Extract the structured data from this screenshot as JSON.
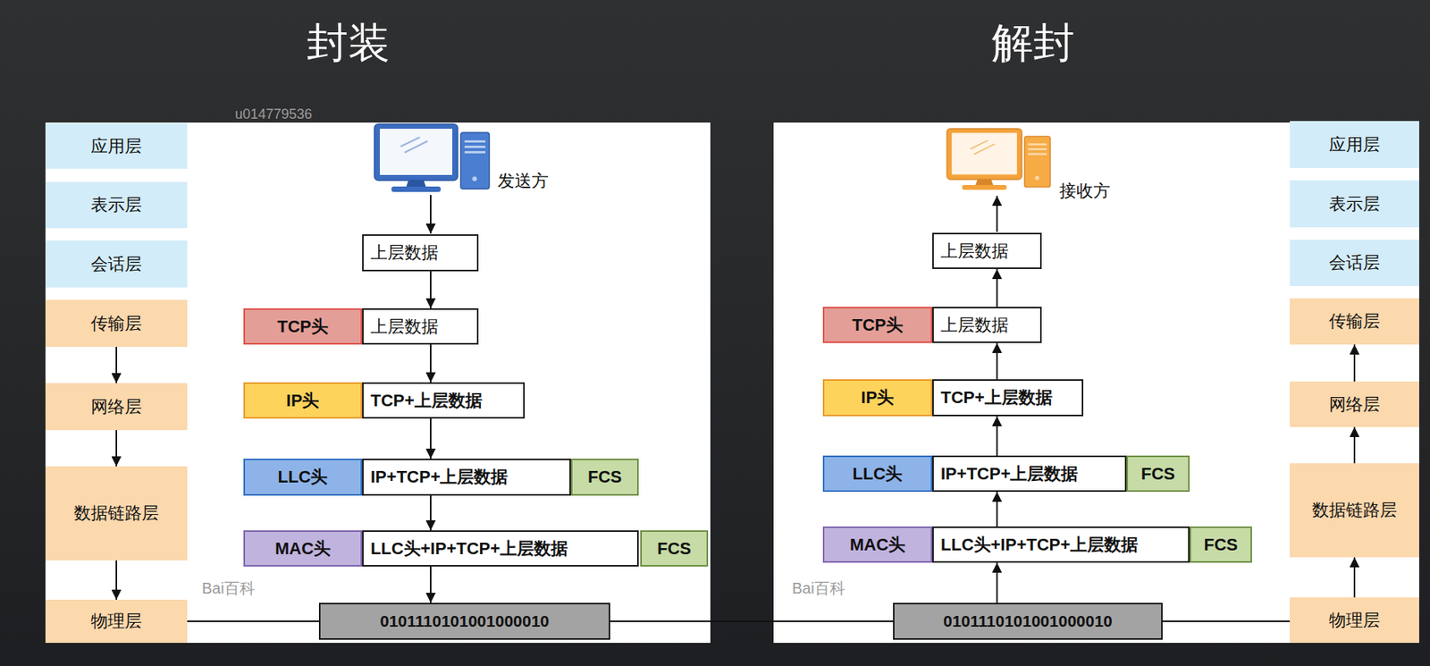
{
  "diagram": {
    "nodes": [
      {
        "text": [
          "应用层"
        ]
      },
      {
        "text": [
          "表示层"
        ]
      },
      {
        "text": [
          "会话层"
        ]
      },
      {
        "text": [
          "传输层"
        ]
      },
      {
        "text": [
          "网络层"
        ]
      },
      {
        "text": [
          "数据链路层"
        ]
      },
      {
        "text": [
          "物理层"
        ]
      },
      {
        "text": [
          "上层数据"
        ]
      },
      {
        "text": [
          "TCP头"
        ]
      },
      {
        "text": [
          "上层数据"
        ]
      },
      {
        "text": [
          "IP头"
        ]
      },
      {
        "text": [
          "TCP+上层数据"
        ]
      },
      {
        "text": [
          "LLC头"
        ]
      },
      {
        "text": [
          "IP+TCP+上层数据"
        ]
      },
      {
        "text": [
          "FCS"
        ]
      },
      {
        "text": [
          "MAC头"
        ]
      },
      {
        "text": [
          "LLC头+IP+TCP+上层数据"
        ]
      },
      {
        "text": [
          "FCS"
        ]
      },
      {
        "text": [
          "0101110101001000010"
        ]
      },
      {
        "text": [
          "上层数据"
        ]
      },
      {
        "text": [
          "TCP头"
        ]
      },
      {
        "text": [
          "上层数据"
        ]
      },
      {
        "text": [
          "IP头"
        ]
      },
      {
        "text": [
          "TCP+上层数据"
        ]
      },
      {
        "text": [
          "LLC头"
        ]
      },
      {
        "text": [
          "IP+TCP+上层数据"
        ]
      },
      {
        "text": [
          "FCS"
        ]
      },
      {
        "text": [
          "MAC头"
        ]
      },
      {
        "text": [
          "LLC头+IP+TCP+上层数据"
        ]
      },
      {
        "text": [
          "FCS"
        ]
      },
      {
        "text": [
          "0101110101001000010"
        ]
      },
      {
        "text": [
          "应用层"
        ]
      },
      {
        "text": [
          "表示层"
        ]
      },
      {
        "text": [
          "会话层"
        ]
      },
      {
        "text": [
          "传输层"
        ]
      },
      {
        "text": [
          "网络层"
        ]
      },
      {
        "text": [
          "数据链路层"
        ]
      },
      {
        "text": [
          "物理层"
        ]
      }
    ],
    "edges": [
      {
        "from": 3,
        "to": 4,
        "arrow": "to"
      },
      {
        "from": 4,
        "to": 5,
        "arrow": "to"
      },
      {
        "from": 5,
        "to": 6,
        "arrow": "to"
      },
      {
        "from": 7,
        "to": 9,
        "arrow": "to"
      },
      {
        "from": 9,
        "to": 11,
        "arrow": "to"
      },
      {
        "from": 11,
        "to": 13,
        "arrow": "to"
      },
      {
        "from": 13,
        "to": 16,
        "arrow": "to"
      },
      {
        "from": 16,
        "to": 18,
        "arrow": "to"
      },
      {
        "from": 6,
        "to": 18,
        "arrow": "none"
      },
      {
        "from": 18,
        "to": 30,
        "arrow": "none"
      },
      {
        "from": 30,
        "to": 37,
        "arrow": "none"
      },
      {
        "from": 30,
        "to": 28,
        "arrow": "to"
      },
      {
        "from": 28,
        "to": 25,
        "arrow": "to"
      },
      {
        "from": 25,
        "to": 23,
        "arrow": "to"
      },
      {
        "from": 23,
        "to": 21,
        "arrow": "to"
      },
      {
        "from": 21,
        "to": 19,
        "arrow": "to"
      },
      {
        "from": 37,
        "to": 36,
        "arrow": "to"
      },
      {
        "from": 36,
        "to": 35,
        "arrow": "to"
      },
      {
        "from": 35,
        "to": 34,
        "arrow": "to"
      }
    ],
    "labels": [
      "封装",
      "解封",
      "u014779536",
      "发送方",
      "接收方",
      "Bai百科",
      "Bai百科"
    ]
  }
}
